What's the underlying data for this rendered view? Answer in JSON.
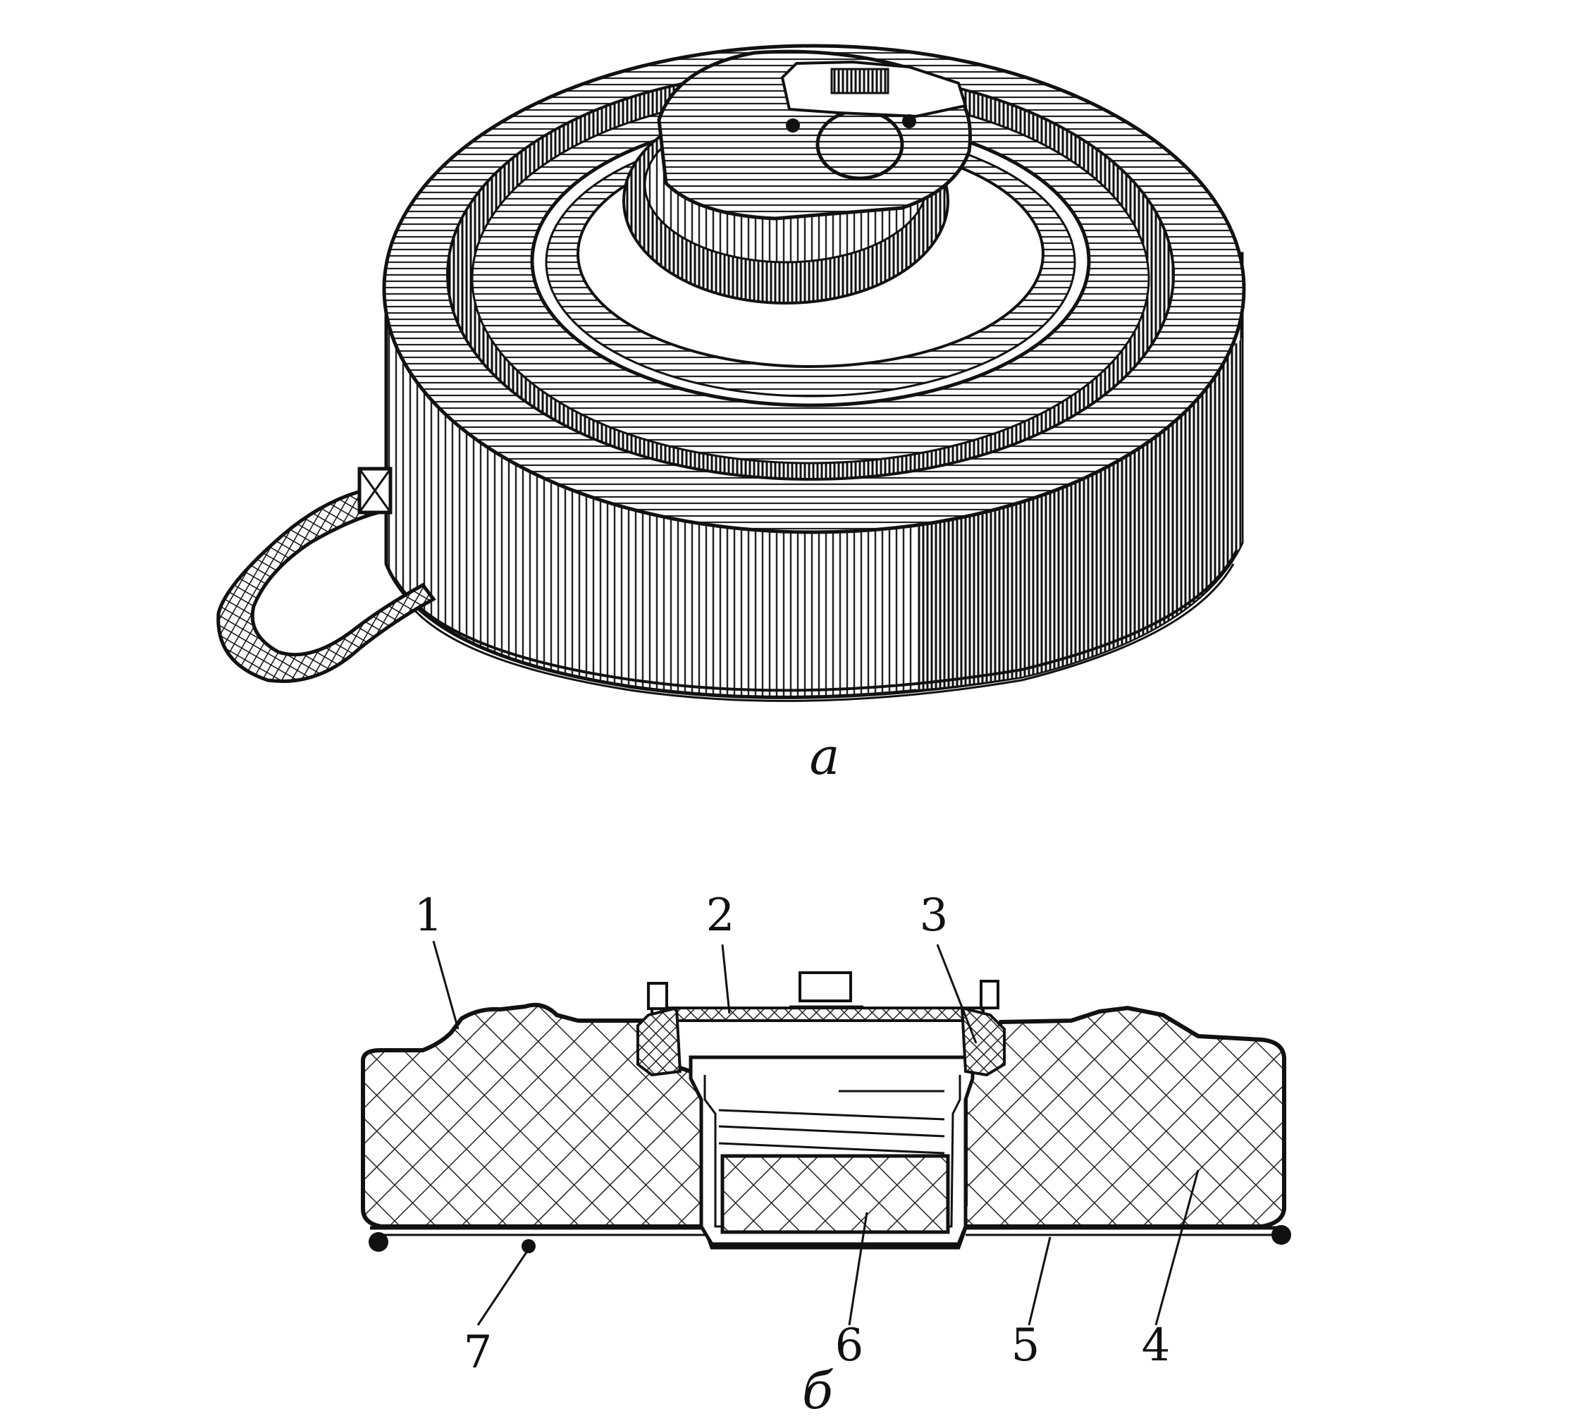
{
  "figure": {
    "view_a_caption": "a",
    "view_b_caption": "б",
    "callouts": [
      {
        "id": "1",
        "text": "1"
      },
      {
        "id": "2",
        "text": "2"
      },
      {
        "id": "3",
        "text": "3"
      },
      {
        "id": "4",
        "text": "4"
      },
      {
        "id": "5",
        "text": "5"
      },
      {
        "id": "6",
        "text": "6"
      },
      {
        "id": "7",
        "text": "7"
      }
    ]
  },
  "colors": {
    "ink": "#111111",
    "paper": "#ffffff"
  }
}
